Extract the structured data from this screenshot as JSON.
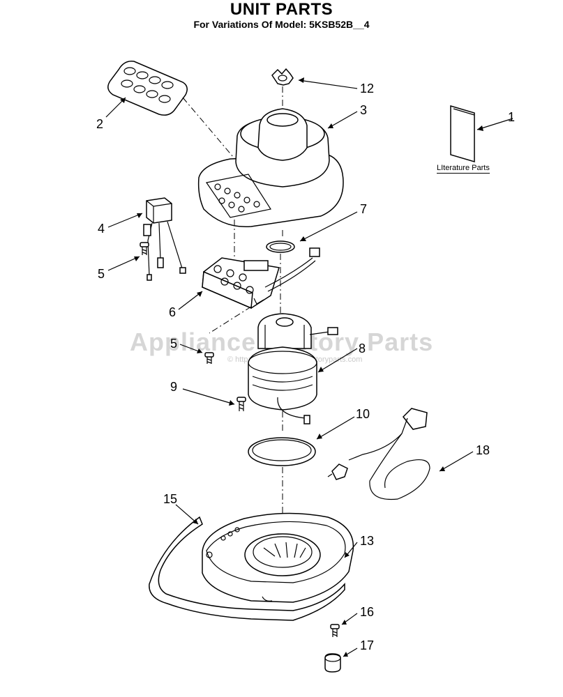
{
  "header": {
    "title": "UNIT PARTS",
    "subtitle": "For Variations Of Model: 5KSB52B__4"
  },
  "literature_label": "LIterature Parts",
  "watermark": {
    "main": "Appliance Factory Parts",
    "small": "© http://www.appliancefactoryparts.com"
  },
  "callouts": {
    "c1": "1",
    "c2": "2",
    "c3": "3",
    "c4": "4",
    "c5a": "5",
    "c5b": "5",
    "c6": "6",
    "c7": "7",
    "c8": "8",
    "c9": "9",
    "c10": "10",
    "c12": "12",
    "c13": "13",
    "c15": "15",
    "c16": "16",
    "c17": "17",
    "c18": "18"
  }
}
